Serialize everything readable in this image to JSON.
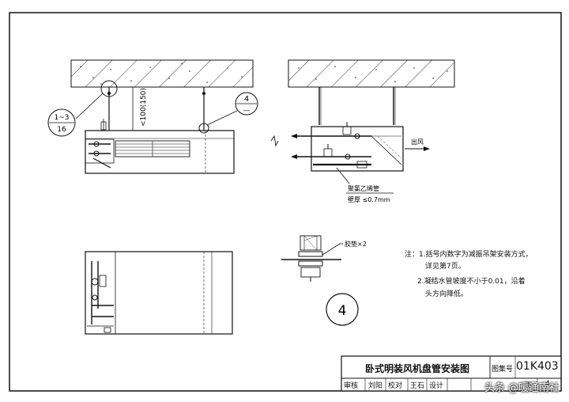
{
  "left_view": {
    "callout_1": {
      "top": "1~3",
      "bottom": "16"
    },
    "callout_2": {
      "top": "4",
      "bottom": "—"
    },
    "dimension": "<100(150)"
  },
  "right_view": {
    "outlet_label": "出风",
    "pipe_label_1": "聚氯乙烯管",
    "pipe_label_2": "壁厚 ≤0.7mm"
  },
  "detail_4": {
    "washer_label": "胶垫×2",
    "circle_label": "4"
  },
  "notes": {
    "line1": "注：1.括号内数字为减振吊架安装方式，",
    "line2": "详见第7页。",
    "line3": "2.凝结水管坡度不小于0.01，沿着",
    "line4": "头方向降低。"
  },
  "title_block": {
    "title": "卧式明装风机盘管安装图",
    "atlas_label": "图集号",
    "atlas_no": "01K403",
    "review": "审核",
    "review_sig": "刘阳",
    "check": "校对",
    "check_sig": "王石",
    "design": "设计",
    "page_label": "页",
    "page_no": "4"
  },
  "watermark": "头条 @暖通南社"
}
